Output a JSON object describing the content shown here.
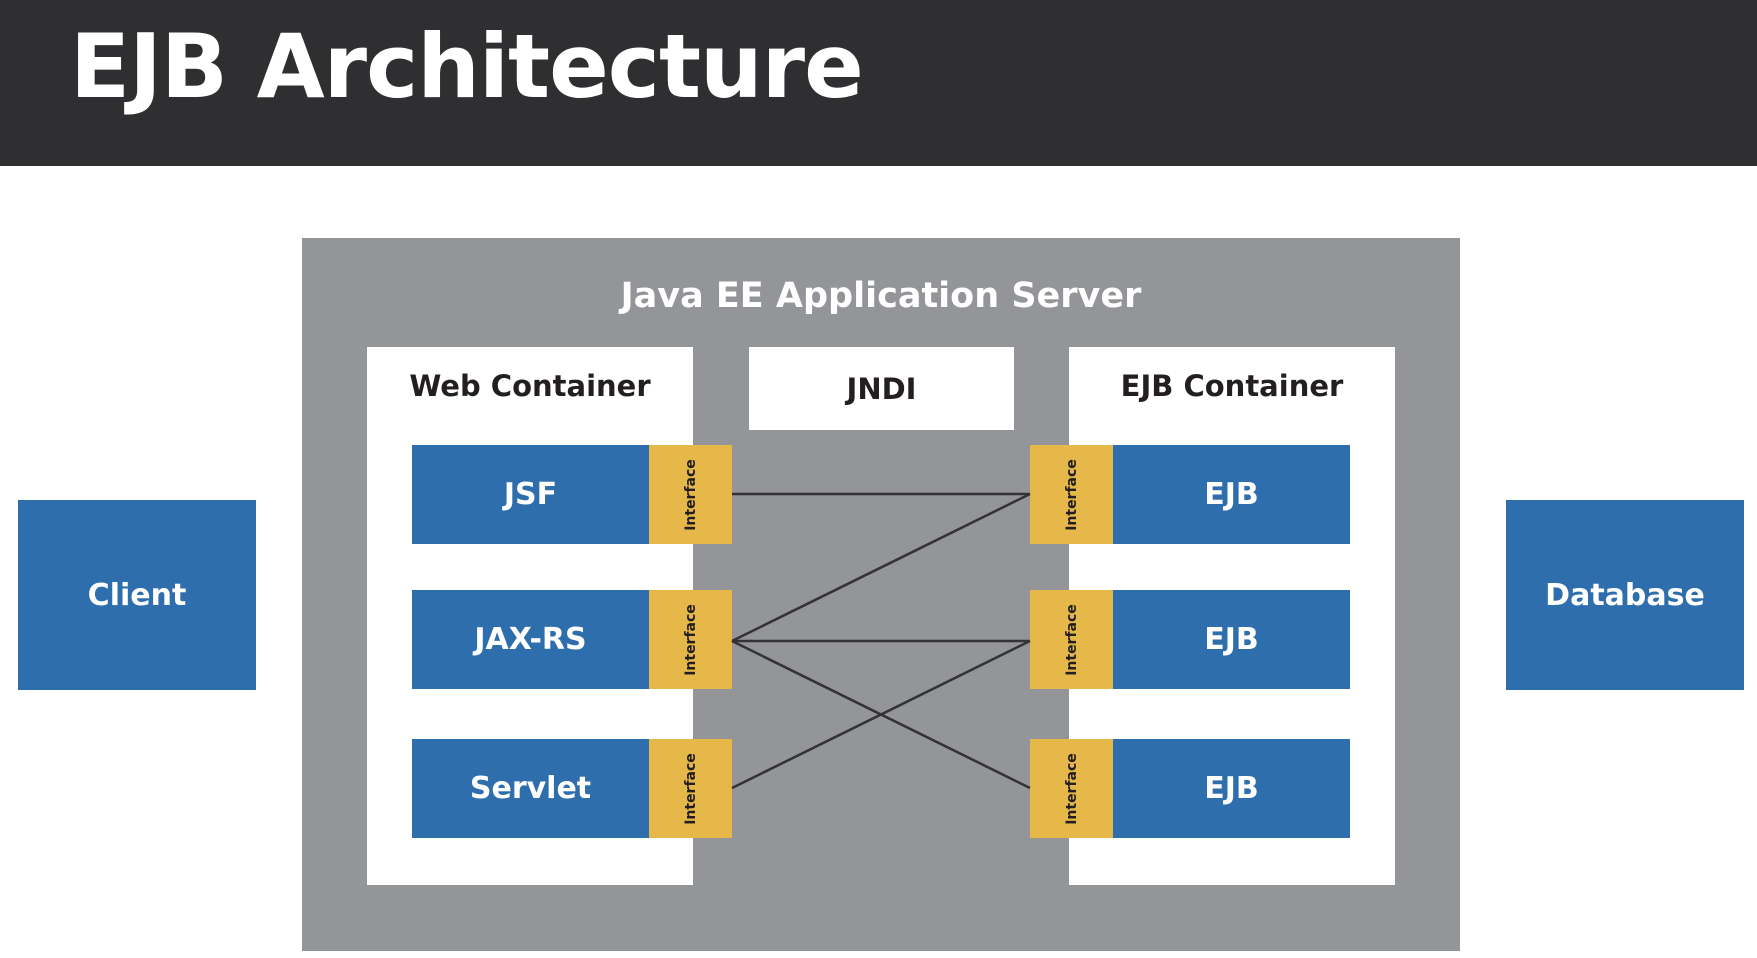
{
  "slide": {
    "title": "EJB Architecture"
  },
  "server": {
    "title": "Java EE Application Server"
  },
  "web_container": {
    "title": "Web Container",
    "components": [
      {
        "label": "JSF",
        "interface": "Interface"
      },
      {
        "label": "JAX-RS",
        "interface": "Interface"
      },
      {
        "label": "Servlet",
        "interface": "Interface"
      }
    ]
  },
  "jndi": {
    "label": "JNDI"
  },
  "ejb_container": {
    "title": "EJB Container",
    "components": [
      {
        "label": "EJB",
        "interface": "Interface"
      },
      {
        "label": "EJB",
        "interface": "Interface"
      },
      {
        "label": "EJB",
        "interface": "Interface"
      }
    ]
  },
  "client": {
    "label": "Client"
  },
  "database": {
    "label": "Database"
  },
  "connections": [
    {
      "from": "JSF",
      "to": "EJB 1"
    },
    {
      "from": "JAX-RS",
      "to": "EJB 1"
    },
    {
      "from": "JAX-RS",
      "to": "EJB 2"
    },
    {
      "from": "JAX-RS",
      "to": "EJB 3"
    },
    {
      "from": "Servlet",
      "to": "EJB 2"
    }
  ],
  "colors": {
    "title_bar": "#2f2f31",
    "server": "#939598",
    "component_blue": "#2f6ead",
    "interface_yellow": "#e6b84a",
    "line": "#333333"
  }
}
